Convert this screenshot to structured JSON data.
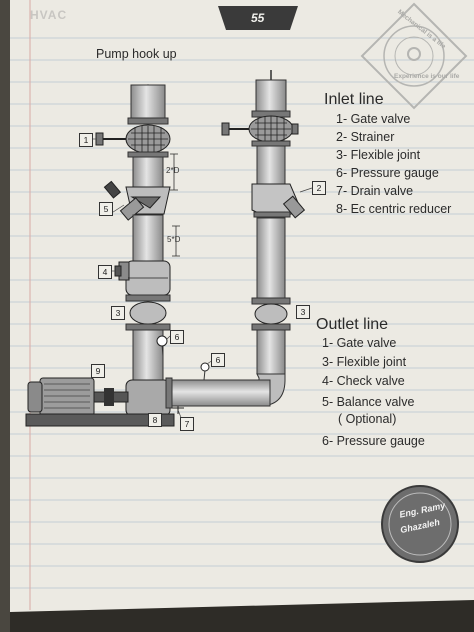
{
  "header": {
    "brand": "HVAC",
    "page_number": "55"
  },
  "title": "Pump hook up",
  "inlet": {
    "heading": "Inlet line",
    "items": [
      "1- Gate valve",
      "2- Strainer",
      "3- Flexible joint",
      "6- Pressure gauge",
      "7- Drain valve",
      "8- Ec centric reducer"
    ]
  },
  "outlet": {
    "heading": "Outlet line",
    "items": [
      "1- Gate valve",
      "3- Flexible joint",
      "4- Check valve",
      "5- Balance valve",
      "( Optional)",
      "6- Pressure gauge"
    ]
  },
  "dimensions": {
    "d1": "2*D",
    "d2": "5*D"
  },
  "tags": {
    "t1": "1",
    "t2": "2",
    "t3a": "3",
    "t3b": "3",
    "t4": "4",
    "t5": "5",
    "t6a": "6",
    "t6b": "6",
    "t7": "7",
    "t8": "8",
    "t9": "9"
  },
  "stamp": {
    "top": "Mechanical is a life",
    "bottom": "Experience is our life"
  },
  "signature": {
    "line1": "Eng. Ramy",
    "line2": "Ghazaleh"
  },
  "colors": {
    "paper": "#eceae3",
    "ruled_line": "#b9c6d2",
    "margin_line": "#d9a9a6",
    "ink": "#2b2b2b",
    "pipe": "#cfcfcf"
  }
}
